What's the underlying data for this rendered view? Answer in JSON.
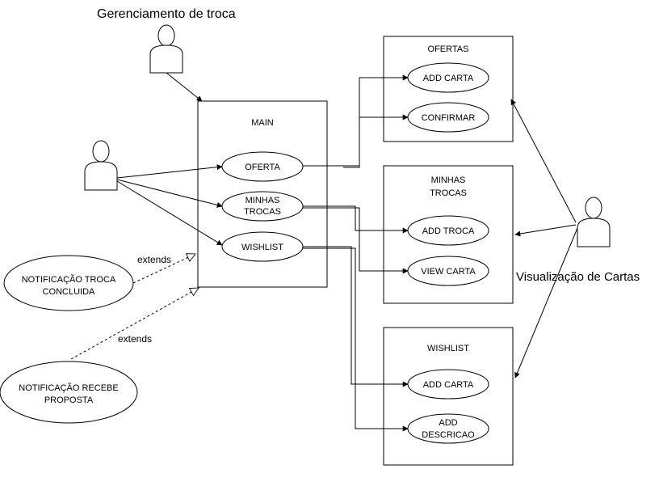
{
  "actors": {
    "top": {
      "label": "Gerenciamento de troca"
    },
    "left": {
      "label": ""
    },
    "right": {
      "label": "Visualização de Cartas"
    }
  },
  "main": {
    "title": "MAIN",
    "oferta": "OFERTA",
    "minhas_trocas": [
      "MINHAS",
      "TROCAS"
    ],
    "wishlist": "WISHLIST"
  },
  "ofertas": {
    "title": "OFERTAS",
    "add_carta": "ADD CARTA",
    "confirmar": "CONFIRMAR"
  },
  "minhas_trocas": {
    "title": [
      "MINHAS",
      "TROCAS"
    ],
    "add_troca": "ADD TROCA",
    "view_carta": "VIEW CARTA"
  },
  "wishlist": {
    "title": "WISHLIST",
    "add_carta": "ADD CARTA",
    "add_descricao": [
      "ADD",
      "DESCRICAO"
    ]
  },
  "notifications": {
    "troca_concluida": [
      "NOTIFICAÇÃO TROCA",
      "CONCLUIDA"
    ],
    "recebe_proposta": [
      "NOTIFICAÇÃO RECEBE",
      "PROPOSTA"
    ]
  },
  "relations": {
    "extends_1": "extends",
    "extends_2": "extends"
  }
}
